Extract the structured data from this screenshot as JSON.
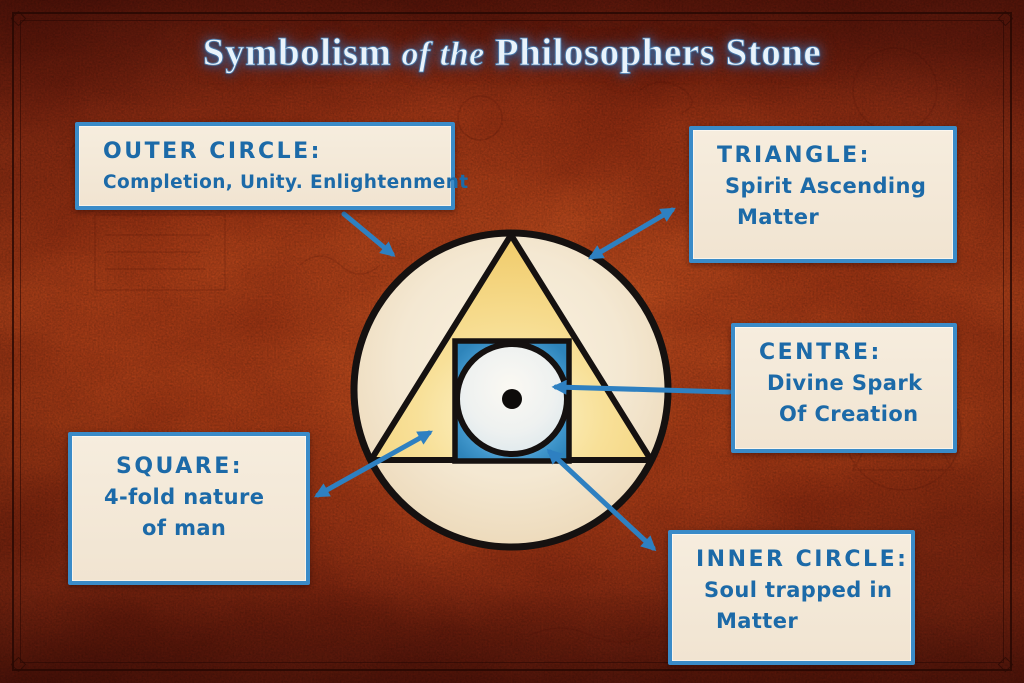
{
  "title": {
    "prefix": "Symbolism",
    "middle": "of the",
    "suffix": "Philosophers Stone"
  },
  "callouts": {
    "outer_circle": {
      "heading": "OUTER CIRCLE:",
      "lines": [
        "Completion, Unity. Enlightenment"
      ]
    },
    "triangle": {
      "heading": "TRIANGLE:",
      "lines": [
        "Spirit Ascending",
        "Matter"
      ]
    },
    "centre": {
      "heading": "CENTRE:",
      "lines": [
        "Divine Spark",
        "Of Creation"
      ]
    },
    "square": {
      "heading": "SQUARE:",
      "lines": [
        "4-fold nature",
        "of man"
      ]
    },
    "inner_circle": {
      "heading": "INNER CIRCLE:",
      "lines": [
        "Soul trapped in",
        "Matter"
      ]
    }
  },
  "symbol": {
    "parts": [
      "outer circle",
      "triangle",
      "square",
      "inner circle",
      "centre dot"
    ]
  },
  "arrows": [
    {
      "name": "outer-circle-arrow",
      "from": "outer-circle-callout",
      "to": "outer circle rim",
      "double_headed": false
    },
    {
      "name": "triangle-arrow",
      "from": "triangle-callout",
      "to": "outer circle rim near triangle",
      "double_headed": true
    },
    {
      "name": "centre-arrow",
      "from": "centre-callout",
      "to": "inner circle centre",
      "double_headed": false
    },
    {
      "name": "square-arrow",
      "from": "square-callout",
      "to": "left gold segment beside square",
      "double_headed": true
    },
    {
      "name": "inner-circle-arrow",
      "from": "inner-circle-callout",
      "to": "inner circle lower rim",
      "double_headed": true
    }
  ],
  "colors": {
    "background_rust": "#9a2f12",
    "accent_blue": "#2e80c1",
    "box_fill": "#f3e9da",
    "box_border": "#3a8bc8",
    "text_blue": "#1c6aa8",
    "title_fill": "#e9f3fb",
    "symbol_gold": "#f5d478",
    "symbol_blue": "#3a94c9",
    "parchment": "#f4e8d2",
    "outline_black": "#151110"
  }
}
